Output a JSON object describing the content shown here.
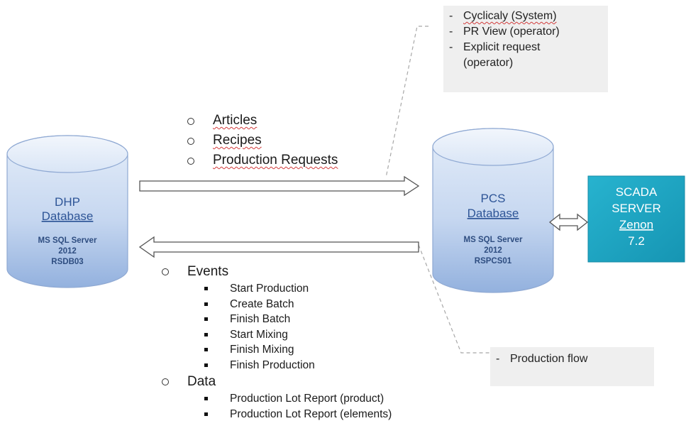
{
  "dhp": {
    "title_line1": "DHP",
    "title_line2": "Database",
    "server": "MS SQL Server",
    "version": "2012",
    "host": "RSDB03"
  },
  "pcs": {
    "title_line1": "PCS",
    "title_line2": "Database",
    "server": "MS SQL Server",
    "version": "2012",
    "host": "RSPCS01"
  },
  "scada": {
    "line1": "SCADA",
    "line2": "SERVER",
    "line3": "Zenon",
    "line4": "7.2"
  },
  "note_top": {
    "items": [
      "Cyclicaly (System)",
      "PR View (operator)",
      "Explicit request",
      "(operator)"
    ]
  },
  "note_bottom": {
    "items": [
      "Production flow"
    ]
  },
  "to_pcs_list": {
    "items": [
      "Articles",
      "Recipes",
      "Production Requests"
    ]
  },
  "to_dhp_list": {
    "events_label": "Events",
    "events": [
      "Start Production",
      "Create Batch",
      "Finish Batch",
      "Start Mixing",
      "Finish Mixing",
      "Finish Production"
    ],
    "data_label": "Data",
    "data": [
      "Production Lot Report (product)",
      "Production Lot Report (elements)"
    ]
  },
  "colors": {
    "cylinder_top": "#e3ecf8",
    "cylinder_body_light": "#dce7f6",
    "cylinder_body_dark": "#9cb7e0",
    "cylinder_stroke": "#8faad4",
    "db_title": "#2e5597",
    "scada_box": "#1ea7c5",
    "note_bg": "#efefef",
    "spellcheck": "#d23b3b"
  }
}
